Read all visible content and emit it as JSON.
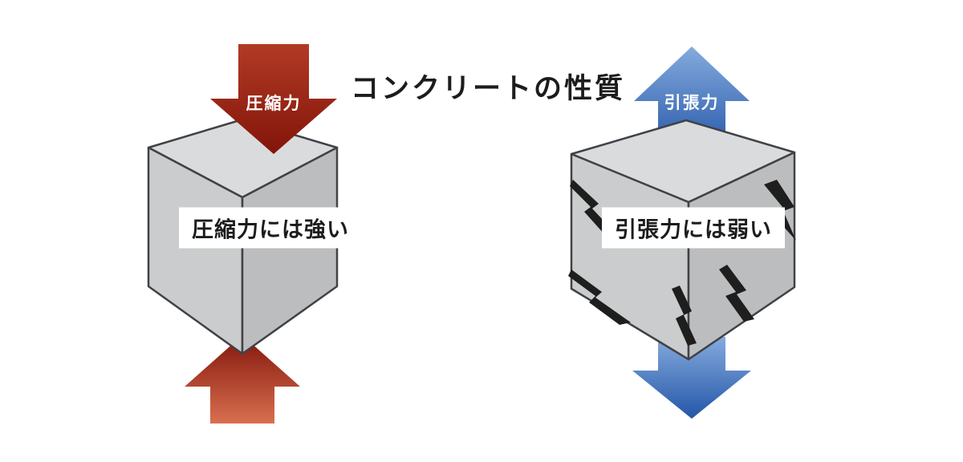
{
  "title": "コンクリートの性質",
  "left_panel": {
    "force_label": "圧縮力",
    "caption": "圧縮力には強い"
  },
  "right_panel": {
    "force_label": "引張力",
    "caption": "引張力には弱い"
  },
  "colors": {
    "red_mid": "#b23a24",
    "red_dark": "#82150a",
    "red_light": "#d96f50",
    "blue_light": "#85abdd",
    "blue_dark": "#2456a8",
    "cube_top": "#dadbdc",
    "cube_left": "#cbcccd",
    "cube_right": "#bcbdbf",
    "crack": "#1e1e1e"
  }
}
